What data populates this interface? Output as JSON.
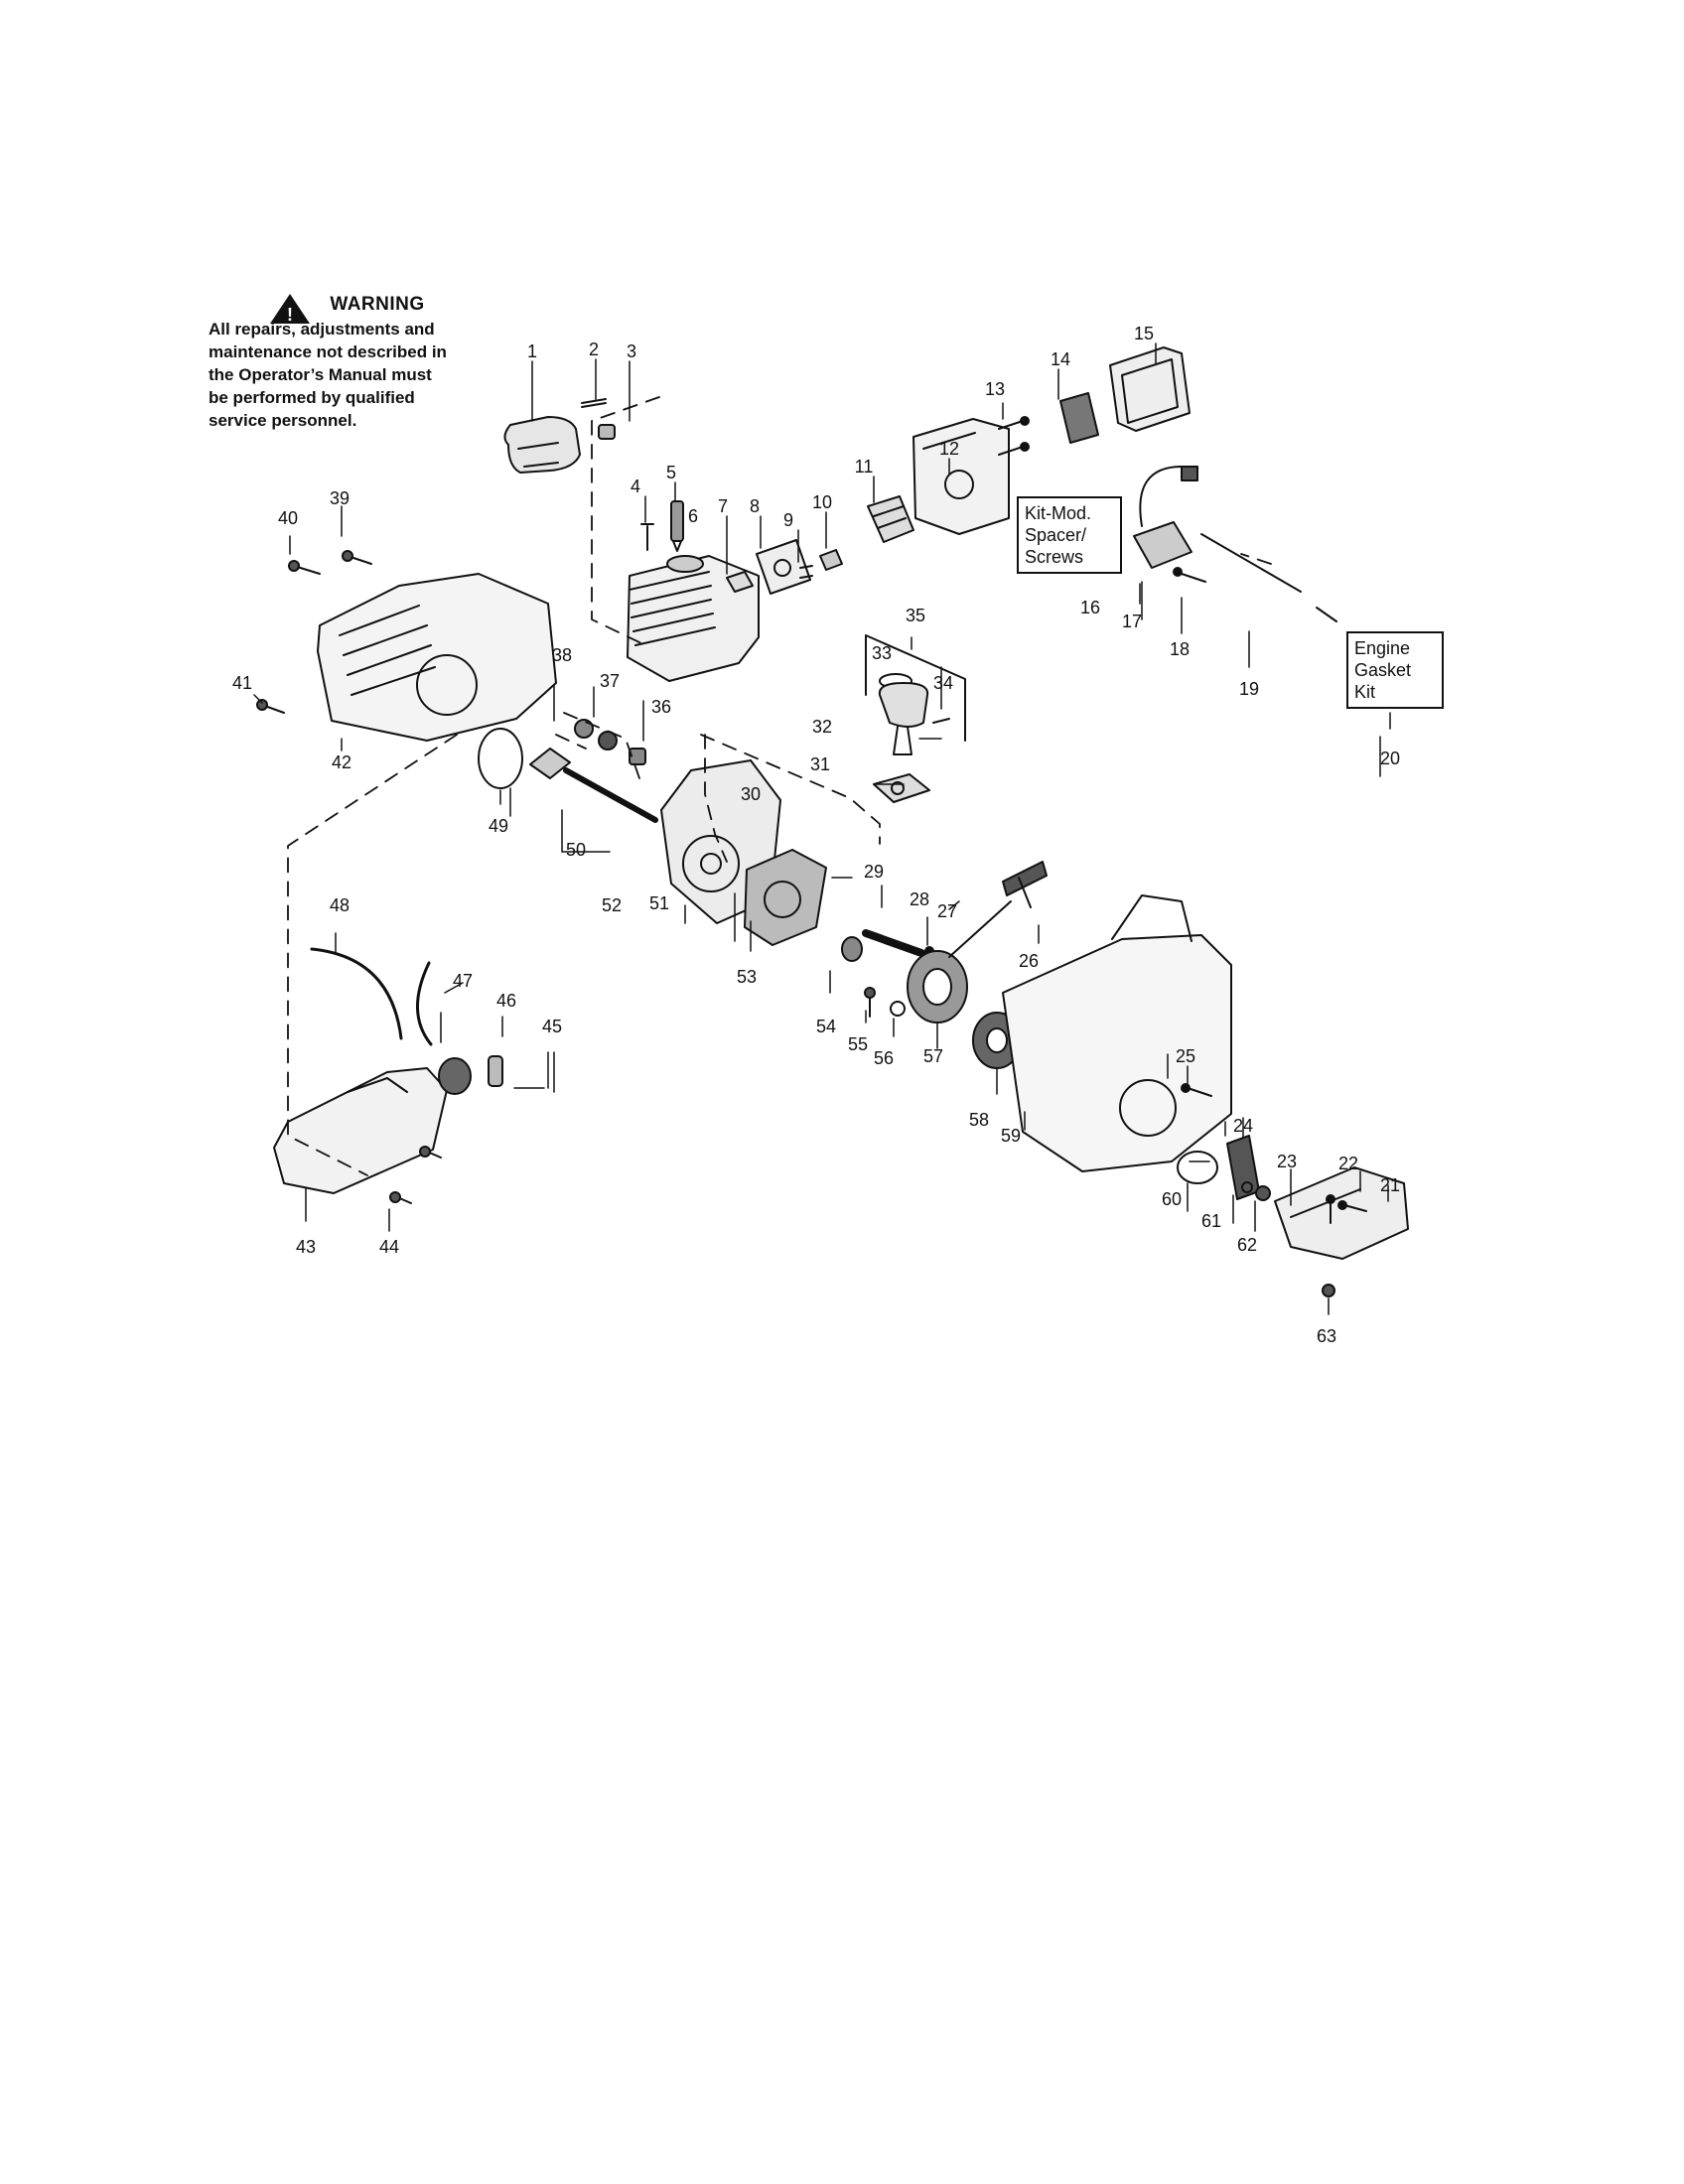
{
  "warning": {
    "title": "WARNING",
    "lines": [
      "All repairs, adjustments and",
      "maintenance not described in",
      "the Operator’s Manual must",
      "be performed by qualified",
      "service personnel."
    ]
  },
  "kit_mod": {
    "lines": [
      "Kit-Mod.",
      "Spacer/",
      "Screws"
    ]
  },
  "engine_gasket_kit": {
    "lines": [
      "Engine",
      "Gasket",
      "Kit"
    ]
  },
  "part_numbers": [
    "1",
    "2",
    "3",
    "4",
    "5",
    "6",
    "7",
    "8",
    "9",
    "10",
    "11",
    "12",
    "13",
    "14",
    "15",
    "16",
    "17",
    "18",
    "19",
    "20",
    "21",
    "22",
    "23",
    "24",
    "25",
    "26",
    "27",
    "28",
    "29",
    "30",
    "31",
    "32",
    "33",
    "34",
    "35",
    "36",
    "37",
    "38",
    "39",
    "40",
    "41",
    "42",
    "43",
    "44",
    "45",
    "46",
    "47",
    "48",
    "49",
    "50",
    "51",
    "52",
    "53",
    "54",
    "55",
    "56",
    "57",
    "58",
    "59",
    "60",
    "61",
    "62",
    "63"
  ],
  "icons": {
    "warning": "warning-triangle-icon"
  }
}
